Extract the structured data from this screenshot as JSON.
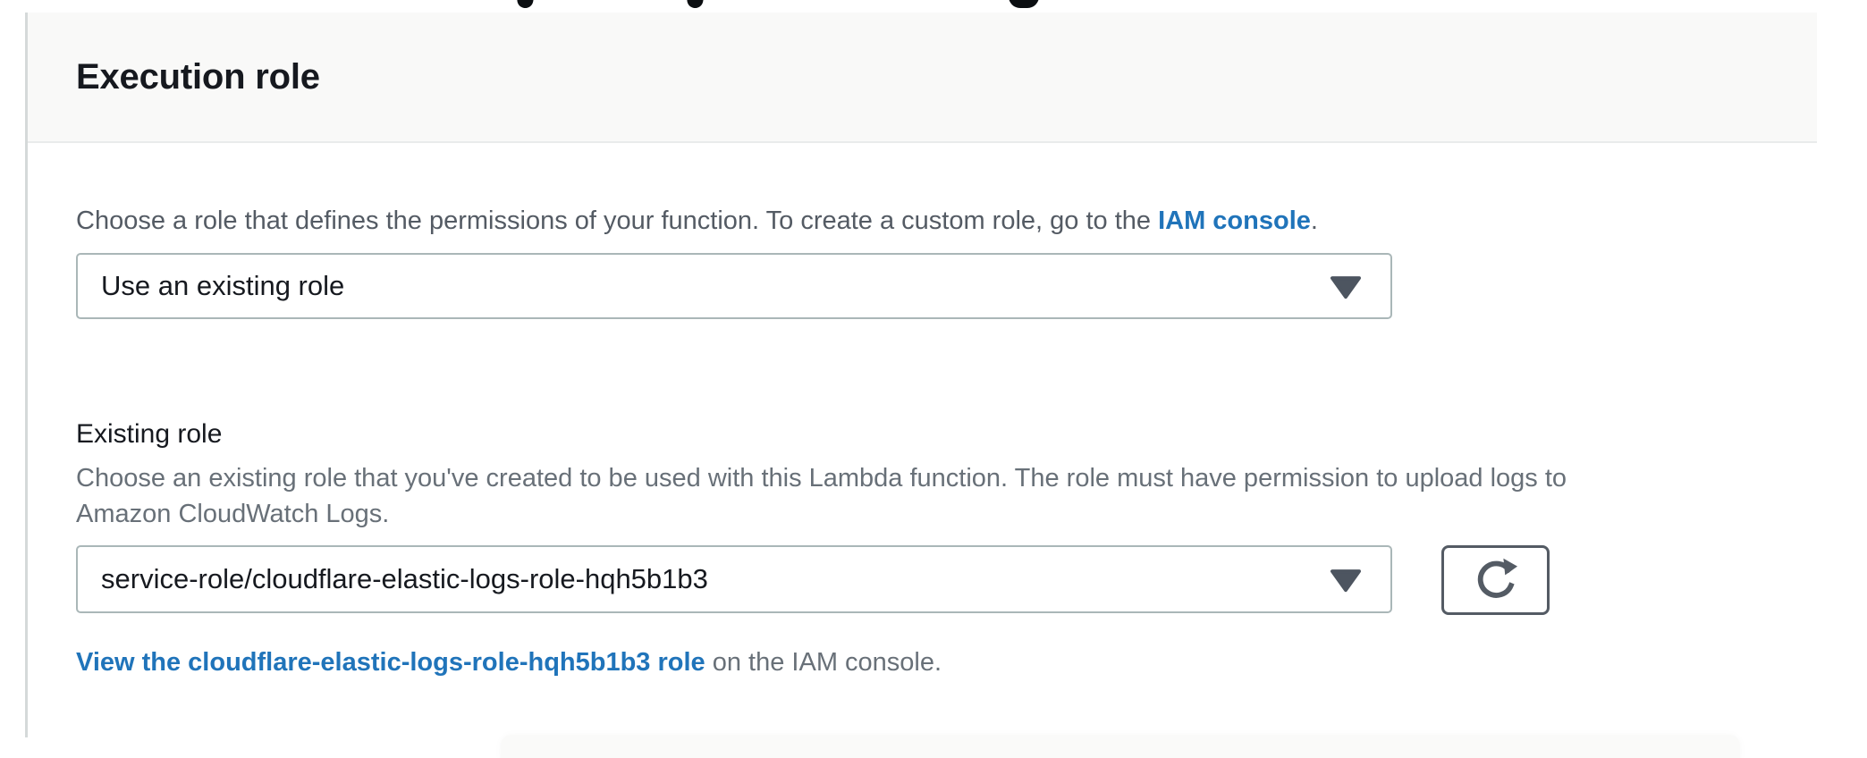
{
  "panel": {
    "title": "Execution role"
  },
  "role_source": {
    "description_prefix": "Choose a role that defines the permissions of your function. To create a custom role, go to the ",
    "link_text": "IAM console",
    "description_suffix": ".",
    "selected_value": "Use an existing role"
  },
  "existing_role": {
    "label": "Existing role",
    "description_line1": "Choose an existing role that you've created to be used with this Lambda function. The role must have permission to upload logs to",
    "description_line2": "Amazon CloudWatch Logs.",
    "selected_value": "service-role/cloudflare-elastic-logs-role-hqh5b1b3"
  },
  "view_role": {
    "link_text": "View the cloudflare-elastic-logs-role-hqh5b1b3 role",
    "suffix_text": " on the IAM console."
  },
  "colors": {
    "link_blue": "#2074ba",
    "text_dark": "#16191f",
    "text_gray": "#545b64",
    "text_gray_light": "#687078",
    "header_bg": "#f9f9f8",
    "divider": "#e9ebeb",
    "select_border": "#aab7b8",
    "refresh_button_border": "#545b64",
    "caret": "#4d5560"
  }
}
